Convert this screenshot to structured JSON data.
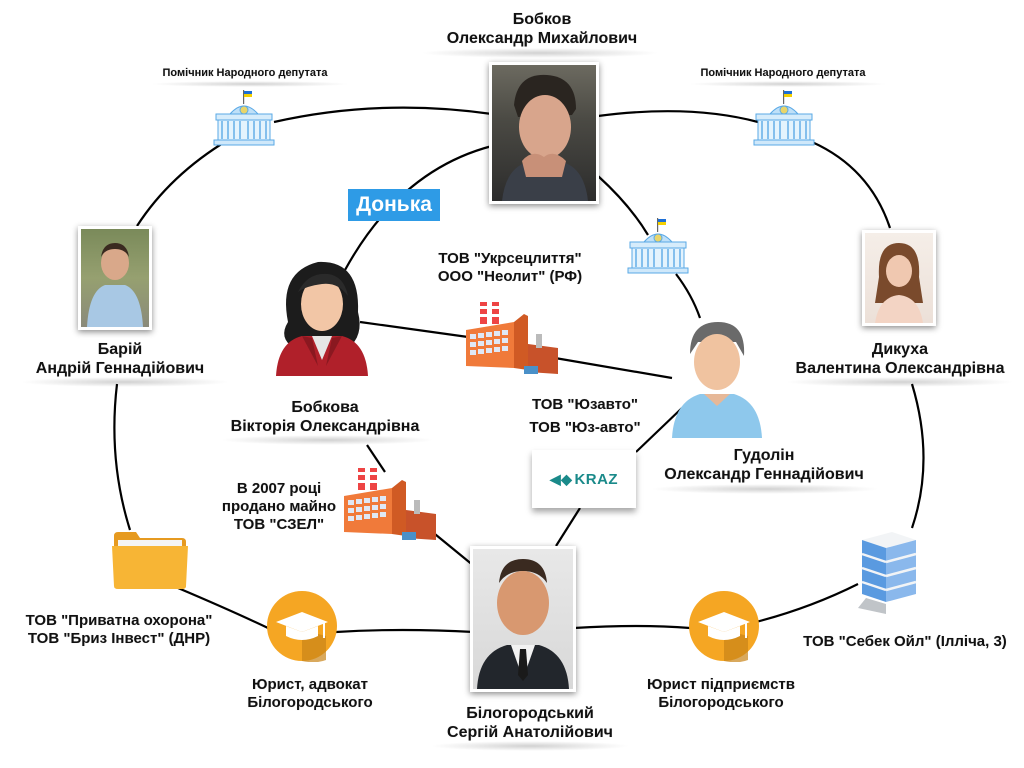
{
  "diagram": {
    "center": {
      "surname": "Бобков",
      "name": "Олександр Михайлович"
    },
    "nodes": {
      "assistant_left": {
        "label": "Помічник Народного депутата",
        "icon": "parliament-building-icon"
      },
      "assistant_right": {
        "label": "Помічник Народного депутата",
        "icon": "parliament-building-icon"
      },
      "bariy": {
        "surname": "Барій",
        "name": "Андрій Геннадійович"
      },
      "dykukha": {
        "surname": "Дикуха",
        "name": "Валентина Олександрівна"
      },
      "bobkova": {
        "surname": "Бобкова",
        "name": "Вікторія Олександрівна",
        "icon": "woman-avatar-icon"
      },
      "daughter_tag": {
        "label": "Донька",
        "color": "#2e9be6"
      },
      "ukrsec": {
        "line1": "ТОВ \"Укрсецлиття\"",
        "line2": "ООО \"Неолит\" (РФ)",
        "icon": "factory-icon"
      },
      "gudolin": {
        "surname": "Гудолін",
        "name": "Олександр Геннадійович",
        "icon": "man-avatar-icon"
      },
      "parliament_mid": {
        "icon": "parliament-building-icon"
      },
      "yuzavto": {
        "line1": "ТОВ \"Юзавто\"",
        "line2": "ТОВ \"Юз-авто\""
      },
      "kraz": {
        "logo_text": "KRAZ",
        "icon": "kraz-logo"
      },
      "szel": {
        "line1": "В 2007 році",
        "line2": "продано майно",
        "line3": "ТОВ \"СЗЕЛ\"",
        "icon": "factory-icon"
      },
      "okhorona": {
        "line1": "ТОВ \"Приватна охорона\"",
        "line2": "ТОВ \"Бриз Інвест\" (ДНР)",
        "icon": "folder-icon"
      },
      "lawyer_left": {
        "line1": "Юрист, адвокат",
        "line2": "Білогородського",
        "icon": "graduation-cap-icon"
      },
      "belogorodsky": {
        "surname": "Білогородський",
        "name": "Сергій Анатолійович"
      },
      "lawyer_right": {
        "line1": "Юрист підприємств",
        "line2": "Білогородського",
        "icon": "graduation-cap-icon"
      },
      "sebek": {
        "label": "ТОВ \"Себек Ойл\" (Ілліча, 3)",
        "icon": "office-building-icon"
      }
    },
    "colors": {
      "accent_blue": "#2e9be6",
      "orange_circle": "#f5a623",
      "folder": "#f7b535",
      "kraz_green": "#1a8a8a"
    }
  }
}
